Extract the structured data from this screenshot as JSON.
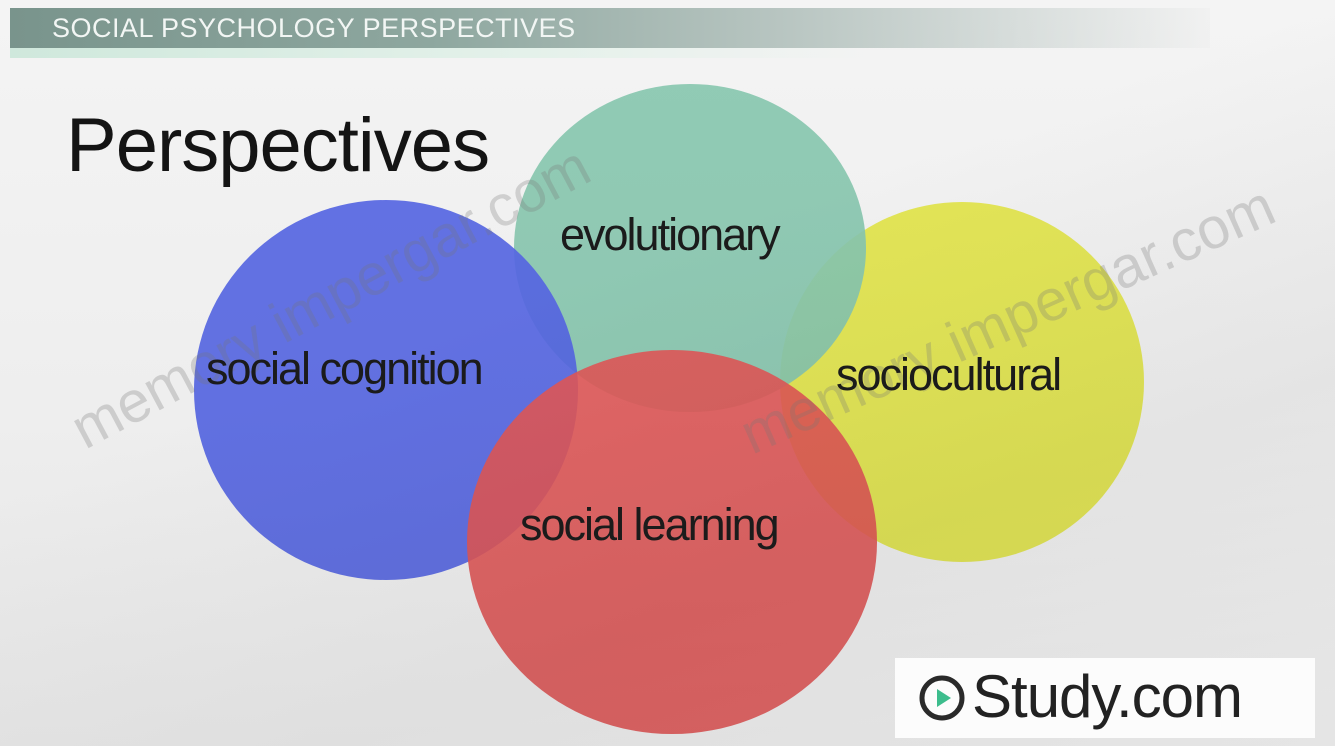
{
  "header": {
    "section_title": "SOCIAL PSYCHOLOGY PERSPECTIVES"
  },
  "slide": {
    "heading": "Perspectives"
  },
  "diagram": {
    "circles": [
      {
        "label": "evolutionary",
        "color": "#8fd1b9"
      },
      {
        "label": "sociocultural",
        "color": "#eef24a"
      },
      {
        "label": "social cognition",
        "color": "#5b6cf0"
      },
      {
        "label": "social learning",
        "color": "#ee5c5c"
      }
    ]
  },
  "watermarks": [
    "memory impergar.com",
    "memory impergar.com"
  ],
  "brand": {
    "logo_text": "Study.com",
    "icon": "play-circle-icon"
  }
}
